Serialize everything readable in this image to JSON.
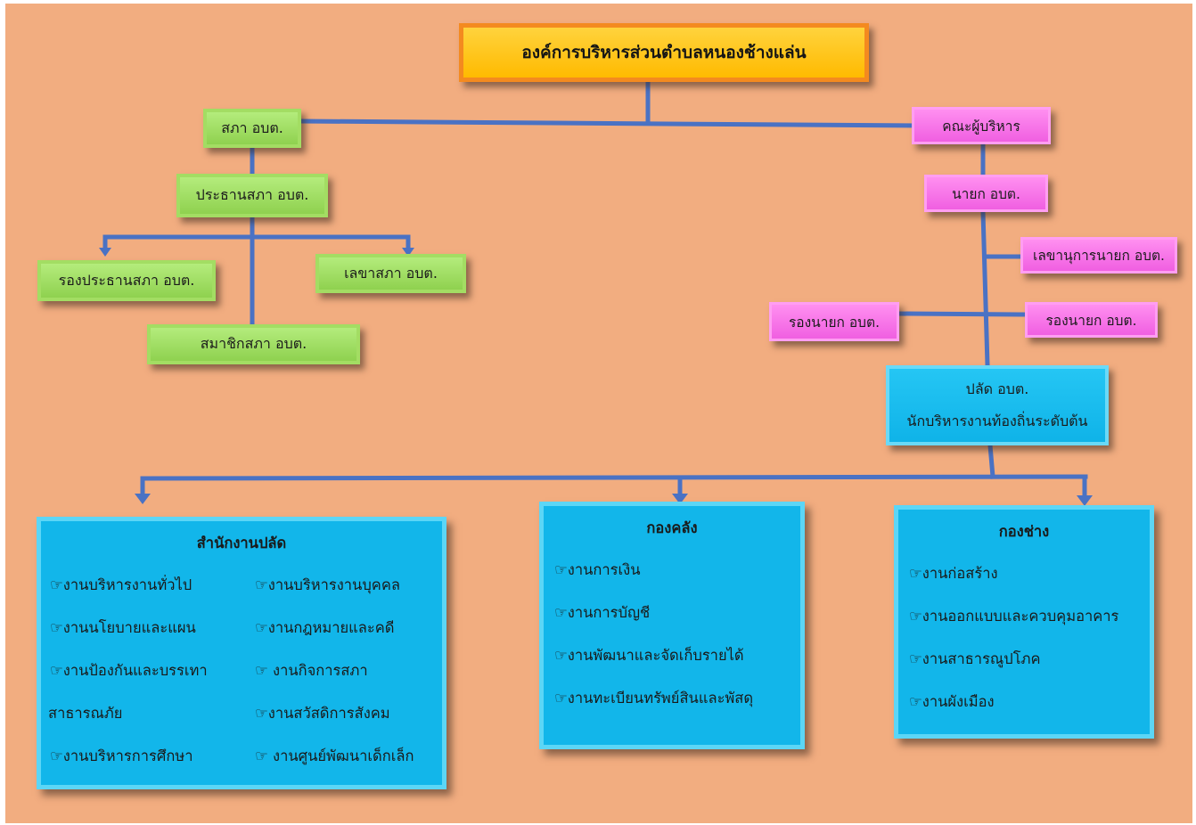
{
  "title": "องค์การบริหารส่วนตำบลหนองช้างแล่น",
  "council": {
    "head": "สภา อบต.",
    "president": "ประธานสภา อบต.",
    "vice_president": "รองประธานสภา อบต.",
    "secretary": "เลขาสภา อบต.",
    "members": "สมาชิกสภา อบต."
  },
  "executive": {
    "head": "คณะผู้บริหาร",
    "mayor": "นายก อบต.",
    "mayor_secretary": "เลขานุการนายก อบต.",
    "deputy_left": "รองนายก อบต.",
    "deputy_right": "รองนายก อบต."
  },
  "palad": {
    "line1": "ปลัด อบต.",
    "line2": "นักบริหารงานท้องถิ่นระดับต้น"
  },
  "departments": {
    "office": {
      "title": "สำนักงานปลัด",
      "left": [
        "☞งานบริหารงานทั่วไป",
        "☞งานนโยบายและแผน",
        "☞งานป้องกันและบรรเทา",
        "สาธารณภัย",
        "☞งานบริหารการศึกษา"
      ],
      "right": [
        "☞งานบริหารงานบุคคล",
        "☞งานกฎหมายและคดี",
        "☞ งานกิจการสภา",
        "☞งานสวัสดิการสังคม",
        "☞  งานศูนย์พัฒนาเด็กเล็ก"
      ]
    },
    "finance": {
      "title": "กองคลัง",
      "items": [
        "☞งานการเงิน",
        "☞งานการบัญชี",
        "☞งานพัฒนาและจัดเก็บรายได้",
        "☞งานทะเบียนทรัพย์สินและพัสดุ"
      ]
    },
    "engineering": {
      "title": "กองช่าง",
      "items": [
        "☞งานก่อสร้าง",
        "☞งานออกแบบและควบคุมอาคาร",
        "☞งานสาธารณูปโภค",
        "☞งานผังเมือง"
      ]
    }
  },
  "colors": {
    "background": "#f2ad80",
    "title_fill": "#ffc000",
    "title_border": "#f48a1f",
    "council_green": "#92d050",
    "executive_pink": "#ff66ee",
    "department_blue": "#12b6ea",
    "connector": "#4a72c4"
  }
}
